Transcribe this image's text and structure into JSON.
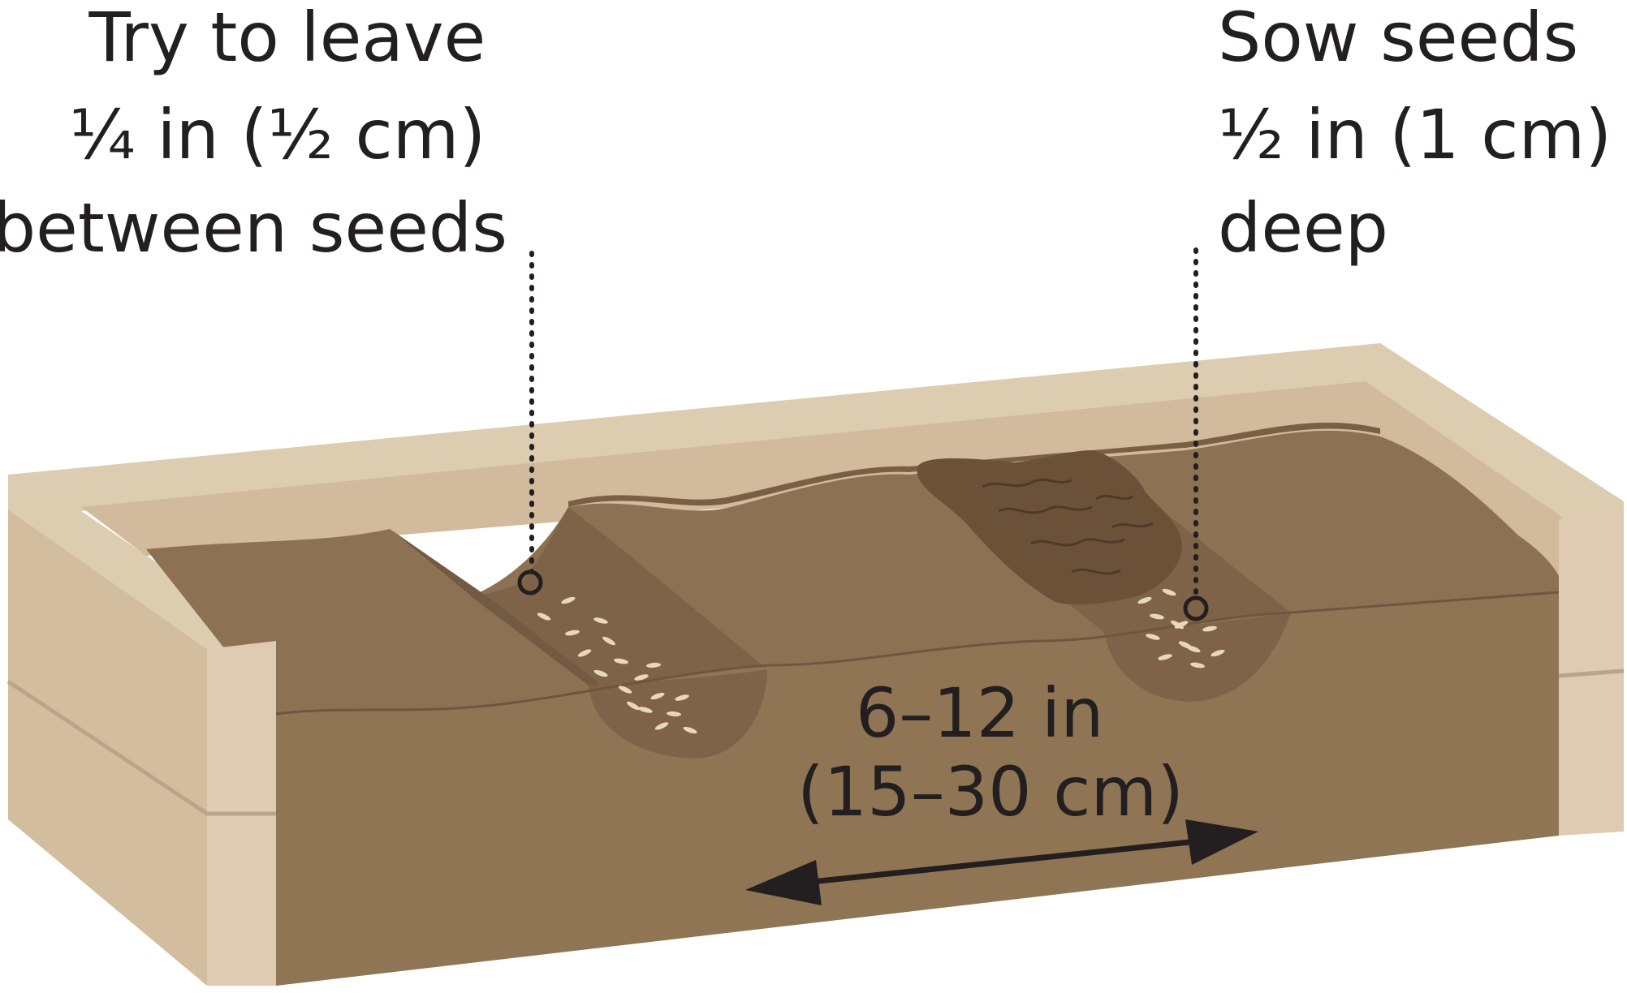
{
  "labels": {
    "spacing": {
      "lines": [
        "Try to leave",
        "¼ in (½ cm)",
        "between seeds"
      ]
    },
    "depth": {
      "lines": [
        "Sow seeds",
        "½ in (1 cm)",
        "deep"
      ]
    },
    "row_distance": {
      "lines": [
        "6–12 in",
        "(15–30 cm)"
      ]
    }
  },
  "colors": {
    "frame_top": "#dccdb0",
    "frame_inner": "#d1bb9c",
    "frame_front": "#dfcab2",
    "frame_side": "#d3bd9f",
    "frame_plank_line": "#b9a588",
    "soil_surface": "#8c7253",
    "soil_front": "#8f7554",
    "furrow": "#7f6348",
    "soil_mound": "#6b5138",
    "seed": "#e6d7bd",
    "ink": "#231f20"
  }
}
